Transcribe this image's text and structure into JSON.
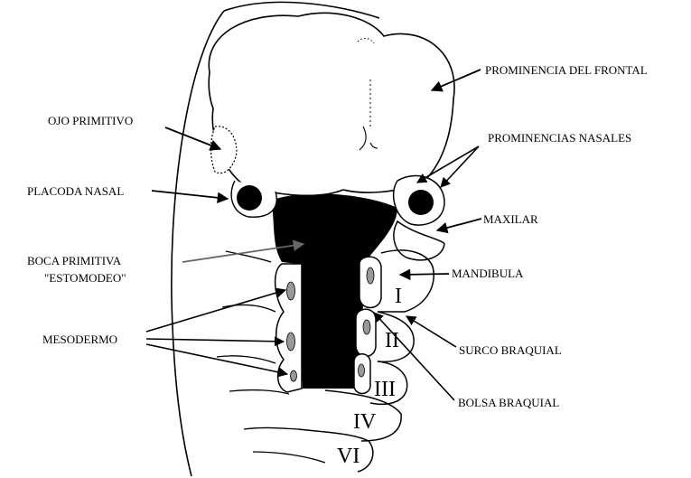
{
  "labels": {
    "frontal": "PROMINENCIA DEL  FRONTAL",
    "ojo": "OJO PRIMITIVO",
    "nasales": "PROMINENCIAS NASALES",
    "placoda": "PLACODA NASAL",
    "maxilar": "MAXILAR",
    "boca_line1": "BOCA PRIMITIVA",
    "boca_line2": "\"ESTOMODEO\"",
    "mandibula": "MANDIBULA",
    "mesodermo": "MESODERMO",
    "surco": "SURCO BRAQUIAL",
    "bolsa": "BOLSA BRAQUIAL"
  },
  "arches": {
    "I": "I",
    "II": "II",
    "III": "III",
    "IV": "IV",
    "VI": "VI"
  }
}
